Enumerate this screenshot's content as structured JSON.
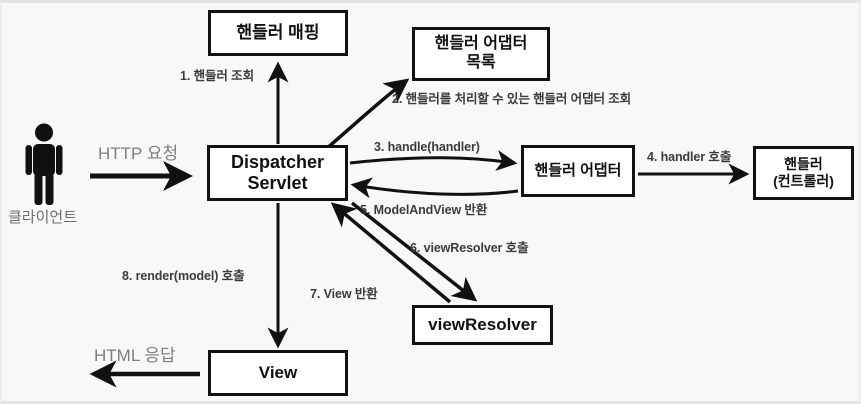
{
  "diagram": {
    "title": "Spring MVC Dispatcher Servlet Flow",
    "background_color": "#f8f8f8",
    "node_border_color": "#111111",
    "node_fill_color": "#ffffff",
    "edge_label_color": "#3b3b3b",
    "io_label_color": "#7e7e7e",
    "nodes": [
      {
        "id": "handler-mapping",
        "label": "핸들러 매핑"
      },
      {
        "id": "handler-adapter-list",
        "label": "핸들러 어댑터\n목록"
      },
      {
        "id": "dispatcher-servlet",
        "label": "Dispatcher\nServlet"
      },
      {
        "id": "handler-adapter",
        "label": "핸들러 어댑터"
      },
      {
        "id": "handler-controller",
        "label": "핸들러\n(컨트롤러)"
      },
      {
        "id": "view-resolver",
        "label": "viewResolver"
      },
      {
        "id": "view",
        "label": "View"
      }
    ],
    "edges": [
      {
        "id": "step-1",
        "label": "1. 핸들러 조회"
      },
      {
        "id": "step-2",
        "label": "2. 핸들러를 처리할 수 있는 핸들러 어댑터 조회"
      },
      {
        "id": "step-3",
        "label": "3. handle(handler)"
      },
      {
        "id": "step-4",
        "label": "4. handler 호출"
      },
      {
        "id": "step-5",
        "label": "5. ModelAndView 반환"
      },
      {
        "id": "step-6",
        "label": "6. viewResolver 호출"
      },
      {
        "id": "step-7",
        "label": "7. View 반환"
      },
      {
        "id": "step-8",
        "label": "8. render(model) 호출"
      }
    ],
    "io": {
      "request_label": "HTTP 요청",
      "response_label": "HTML 응답",
      "client_label": "클라이언트",
      "client_icon": "person-icon"
    }
  }
}
